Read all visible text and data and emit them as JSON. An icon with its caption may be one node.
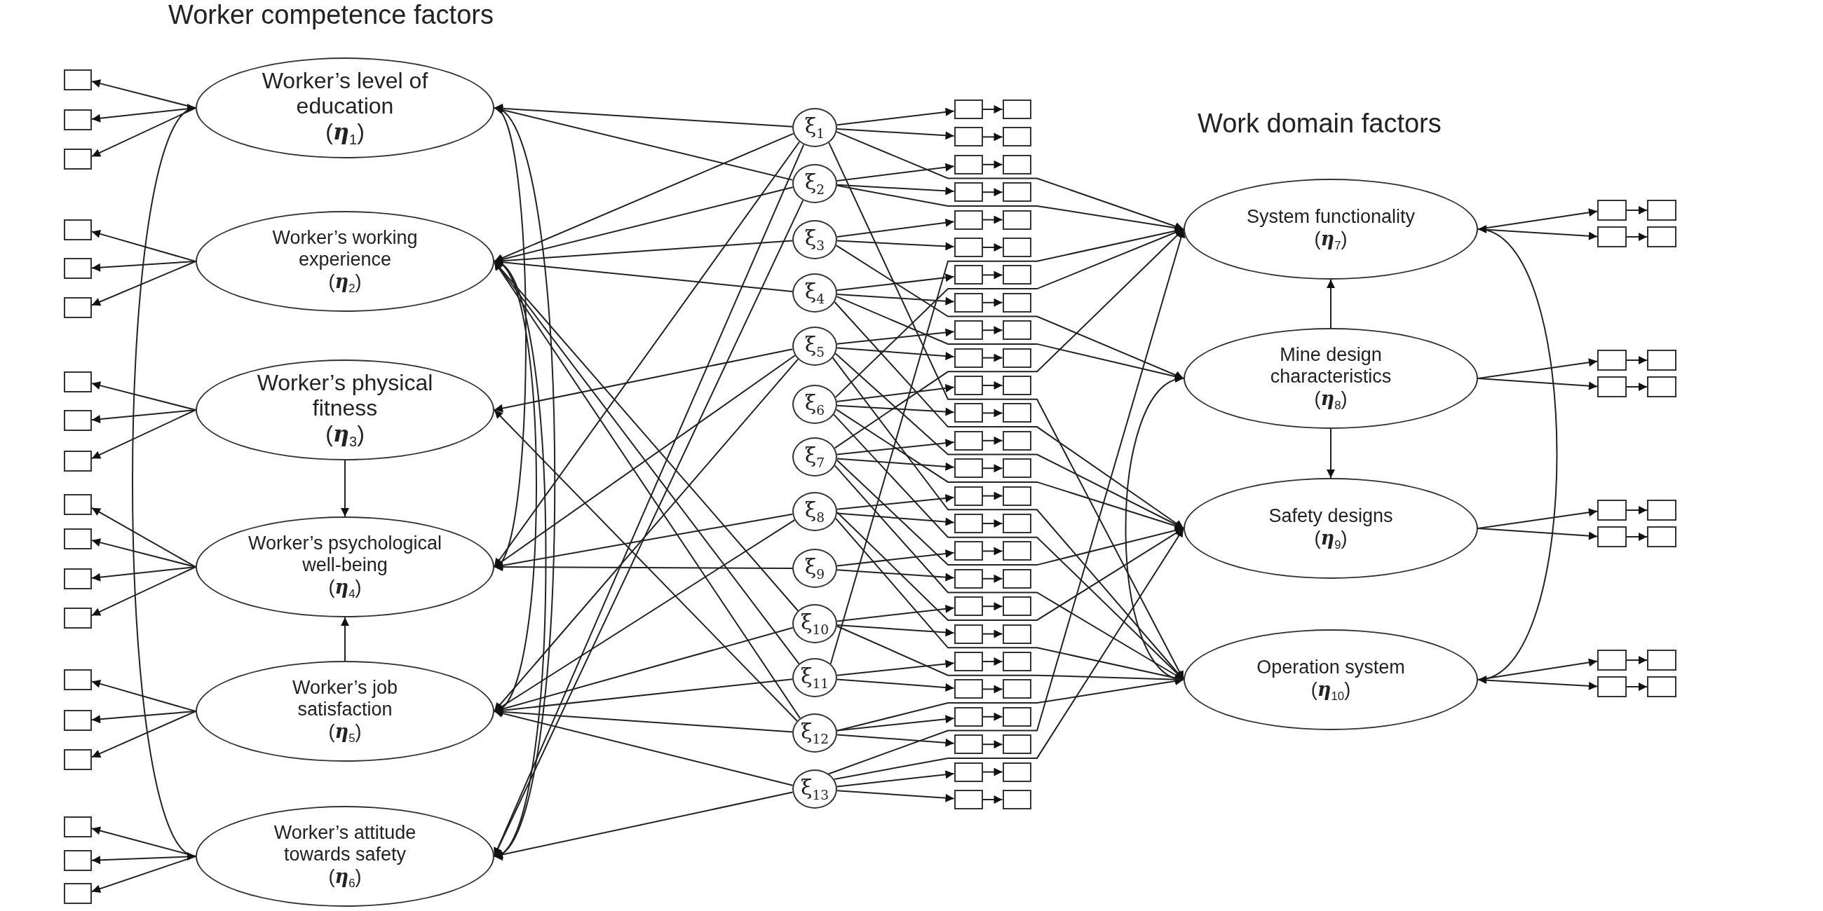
{
  "diagram": {
    "nodes": [
      {
        "text": [
          "Worker’s level of education",
          "(**η**$_{1}$)"
        ]
      },
      {
        "text": [
          "Worker’s working experience",
          "(**η**$_{2}$)"
        ]
      },
      {
        "text": [
          "Worker’s physical fitness",
          "(**η**$_{3}$)"
        ]
      },
      {
        "text": [
          "Worker’s psychological well-being",
          "(**η**$_{4}$)"
        ]
      },
      {
        "text": [
          "Worker’s job satisfaction",
          "(**η**$_{5}$)"
        ]
      },
      {
        "text": [
          "Worker’s attitude towards safety",
          "(**η**$_{6}$)"
        ]
      },
      {
        "text": [],
        "shape": "box"
      },
      {
        "text": [],
        "shape": "box"
      },
      {
        "text": [],
        "shape": "box"
      },
      {
        "text": [],
        "shape": "box"
      },
      {
        "text": [],
        "shape": "box"
      },
      {
        "text": [],
        "shape": "box"
      },
      {
        "text": [],
        "shape": "box"
      },
      {
        "text": [],
        "shape": "box"
      },
      {
        "text": [],
        "shape": "box"
      },
      {
        "text": [],
        "shape": "box"
      },
      {
        "text": [],
        "shape": "box"
      },
      {
        "text": [],
        "shape": "box"
      },
      {
        "text": [],
        "shape": "box"
      },
      {
        "text": [],
        "shape": "box"
      },
      {
        "text": [],
        "shape": "box"
      },
      {
        "text": [],
        "shape": "box"
      },
      {
        "text": [],
        "shape": "box"
      },
      {
        "text": [],
        "shape": "box"
      },
      {
        "text": [],
        "shape": "box"
      },
      {
        "text": [
          "ξ$_{1}$"
        ]
      },
      {
        "text": [
          "ξ$_{2}$"
        ]
      },
      {
        "text": [
          "ξ$_{3}$"
        ]
      },
      {
        "text": [
          "ξ$_{4}$"
        ]
      },
      {
        "text": [
          "ξ$_{5}$"
        ]
      },
      {
        "text": [
          "ξ$_{6}$"
        ]
      },
      {
        "text": [
          "ξ$_{7}$"
        ]
      },
      {
        "text": [
          "ξ$_{8}$"
        ]
      },
      {
        "text": [
          "ξ$_{9}$"
        ]
      },
      {
        "text": [
          "ξ$_{10}$"
        ]
      },
      {
        "text": [
          "ξ$_{11}$"
        ]
      },
      {
        "text": [
          "ξ$_{12}$"
        ]
      },
      {
        "text": [
          "ξ$_{13}$"
        ]
      },
      {
        "text": [],
        "shape": "box"
      },
      {
        "text": [],
        "shape": "box"
      },
      {
        "text": [],
        "shape": "box"
      },
      {
        "text": [],
        "shape": "box"
      },
      {
        "text": [],
        "shape": "box"
      },
      {
        "text": [],
        "shape": "box"
      },
      {
        "text": [],
        "shape": "box"
      },
      {
        "text": [],
        "shape": "box"
      },
      {
        "text": [],
        "shape": "box"
      },
      {
        "text": [],
        "shape": "box"
      },
      {
        "text": [],
        "shape": "box"
      },
      {
        "text": [],
        "shape": "box"
      },
      {
        "text": [],
        "shape": "box"
      },
      {
        "text": [],
        "shape": "box"
      },
      {
        "text": [],
        "shape": "box"
      },
      {
        "text": [],
        "shape": "box"
      },
      {
        "text": [],
        "shape": "box"
      },
      {
        "text": [],
        "shape": "box"
      },
      {
        "text": [],
        "shape": "box"
      },
      {
        "text": [],
        "shape": "box"
      },
      {
        "text": [],
        "shape": "box"
      },
      {
        "text": [],
        "shape": "box"
      },
      {
        "text": [],
        "shape": "box"
      },
      {
        "text": [],
        "shape": "box"
      },
      {
        "text": [],
        "shape": "box"
      },
      {
        "text": [],
        "shape": "box"
      },
      {
        "text": [],
        "shape": "box"
      },
      {
        "text": [],
        "shape": "box"
      },
      {
        "text": [],
        "shape": "box"
      },
      {
        "text": [],
        "shape": "box"
      },
      {
        "text": [],
        "shape": "box"
      },
      {
        "text": [],
        "shape": "box"
      },
      {
        "text": [],
        "shape": "box"
      },
      {
        "text": [],
        "shape": "box"
      },
      {
        "text": [],
        "shape": "box"
      },
      {
        "text": [],
        "shape": "box"
      },
      {
        "text": [],
        "shape": "box"
      },
      {
        "text": [],
        "shape": "box"
      },
      {
        "text": [],
        "shape": "box"
      },
      {
        "text": [],
        "shape": "box"
      },
      {
        "text": [],
        "shape": "box"
      },
      {
        "text": [],
        "shape": "box"
      },
      {
        "text": [],
        "shape": "box"
      },
      {
        "text": [],
        "shape": "box"
      },
      {
        "text": [],
        "shape": "box"
      },
      {
        "text": [],
        "shape": "box"
      },
      {
        "text": [],
        "shape": "box"
      },
      {
        "text": [],
        "shape": "box"
      },
      {
        "text": [],
        "shape": "box"
      },
      {
        "text": [],
        "shape": "box"
      },
      {
        "text": [],
        "shape": "box"
      },
      {
        "text": [],
        "shape": "box"
      },
      {
        "text": [
          "System functionality",
          "(**η**$_{7}$)"
        ]
      },
      {
        "text": [
          "Mine design characteristics",
          "(**η**$_{8}$)"
        ]
      },
      {
        "text": [
          "Safety designs",
          "(**η**$_{9}$)"
        ]
      },
      {
        "text": [
          "Operation system",
          "(**η**$_{10}$)"
        ]
      },
      {
        "text": [],
        "shape": "box"
      },
      {
        "text": [],
        "shape": "box"
      },
      {
        "text": [],
        "shape": "box"
      },
      {
        "text": [],
        "shape": "box"
      },
      {
        "text": [],
        "shape": "box"
      },
      {
        "text": [],
        "shape": "box"
      },
      {
        "text": [],
        "shape": "box"
      },
      {
        "text": [],
        "shape": "box"
      },
      {
        "text": [],
        "shape": "box"
      },
      {
        "text": [],
        "shape": "box"
      },
      {
        "text": [],
        "shape": "box"
      },
      {
        "text": [],
        "shape": "box"
      },
      {
        "text": [],
        "shape": "box"
      },
      {
        "text": [],
        "shape": "box"
      },
      {
        "text": [],
        "shape": "box"
      },
      {
        "text": [],
        "shape": "box"
      }
    ],
    "edges": [
      {
        "from": 0,
        "to": 6,
        "arrow": "to"
      },
      {
        "from": 0,
        "to": 7,
        "arrow": "to"
      },
      {
        "from": 0,
        "to": 8,
        "arrow": "to"
      },
      {
        "from": 1,
        "to": 9,
        "arrow": "to"
      },
      {
        "from": 1,
        "to": 10,
        "arrow": "to"
      },
      {
        "from": 1,
        "to": 11,
        "arrow": "to"
      },
      {
        "from": 2,
        "to": 12,
        "arrow": "to"
      },
      {
        "from": 2,
        "to": 13,
        "arrow": "to"
      },
      {
        "from": 2,
        "to": 14,
        "arrow": "to"
      },
      {
        "from": 3,
        "to": 15,
        "arrow": "to"
      },
      {
        "from": 3,
        "to": 16,
        "arrow": "to"
      },
      {
        "from": 3,
        "to": 17,
        "arrow": "to"
      },
      {
        "from": 3,
        "to": 18,
        "arrow": "to"
      },
      {
        "from": 4,
        "to": 19,
        "arrow": "to"
      },
      {
        "from": 4,
        "to": 20,
        "arrow": "to"
      },
      {
        "from": 4,
        "to": 21,
        "arrow": "to"
      },
      {
        "from": 5,
        "to": 22,
        "arrow": "to"
      },
      {
        "from": 5,
        "to": 23,
        "arrow": "to"
      },
      {
        "from": 5,
        "to": 24,
        "arrow": "to"
      },
      {
        "from": 2,
        "to": 3,
        "arrow": "to"
      },
      {
        "from": 4,
        "to": 3,
        "arrow": "to"
      },
      {
        "from": 0,
        "to": 5,
        "arrow": "both"
      },
      {
        "from": 0,
        "to": 3,
        "arrow": "both"
      },
      {
        "from": 0,
        "to": 5,
        "arrow": "both"
      },
      {
        "from": 1,
        "to": 4,
        "arrow": "both"
      },
      {
        "from": 1,
        "to": 5,
        "arrow": "both"
      },
      {
        "from": 25,
        "to": 0,
        "arrow": "to"
      },
      {
        "from": 25,
        "to": 1,
        "arrow": "to"
      },
      {
        "from": 25,
        "to": 3,
        "arrow": "to"
      },
      {
        "from": 25,
        "to": 5,
        "arrow": "to"
      },
      {
        "from": 25,
        "to": 90,
        "arrow": "to"
      },
      {
        "from": 25,
        "to": 93,
        "arrow": "to"
      },
      {
        "from": 26,
        "to": 0,
        "arrow": "to"
      },
      {
        "from": 26,
        "to": 1,
        "arrow": "to"
      },
      {
        "from": 26,
        "to": 5,
        "arrow": "to"
      },
      {
        "from": 26,
        "to": 90,
        "arrow": "to"
      },
      {
        "from": 27,
        "to": 1,
        "arrow": "to"
      },
      {
        "from": 27,
        "to": 91,
        "arrow": "to"
      },
      {
        "from": 28,
        "to": 1,
        "arrow": "to"
      },
      {
        "from": 28,
        "to": 91,
        "arrow": "to"
      },
      {
        "from": 28,
        "to": 92,
        "arrow": "to"
      },
      {
        "from": 29,
        "to": 2,
        "arrow": "to"
      },
      {
        "from": 29,
        "to": 3,
        "arrow": "to"
      },
      {
        "from": 29,
        "to": 4,
        "arrow": "to"
      },
      {
        "from": 29,
        "to": 92,
        "arrow": "to"
      },
      {
        "from": 29,
        "to": 93,
        "arrow": "to"
      },
      {
        "from": 30,
        "to": 90,
        "arrow": "to"
      },
      {
        "from": 30,
        "to": 92,
        "arrow": "to"
      },
      {
        "from": 30,
        "to": 93,
        "arrow": "to"
      },
      {
        "from": 31,
        "to": 90,
        "arrow": "to"
      },
      {
        "from": 31,
        "to": 92,
        "arrow": "to"
      },
      {
        "from": 31,
        "to": 93,
        "arrow": "to"
      },
      {
        "from": 32,
        "to": 3,
        "arrow": "to"
      },
      {
        "from": 32,
        "to": 4,
        "arrow": "to"
      },
      {
        "from": 32,
        "to": 92,
        "arrow": "to"
      },
      {
        "from": 32,
        "to": 93,
        "arrow": "to"
      },
      {
        "from": 33,
        "to": 3,
        "arrow": "to"
      },
      {
        "from": 34,
        "to": 4,
        "arrow": "to"
      },
      {
        "from": 34,
        "to": 1,
        "arrow": "to"
      },
      {
        "from": 34,
        "to": 93,
        "arrow": "to"
      },
      {
        "from": 35,
        "to": 4,
        "arrow": "to"
      },
      {
        "from": 35,
        "to": 1,
        "arrow": "to"
      },
      {
        "from": 35,
        "to": 90,
        "arrow": "to"
      },
      {
        "from": 36,
        "to": 4,
        "arrow": "to"
      },
      {
        "from": 36,
        "to": 1,
        "arrow": "to"
      },
      {
        "from": 36,
        "to": 2,
        "arrow": "to"
      },
      {
        "from": 36,
        "to": 93,
        "arrow": "to"
      },
      {
        "from": 37,
        "to": 5,
        "arrow": "to"
      },
      {
        "from": 37,
        "to": 4,
        "arrow": "to"
      },
      {
        "from": 37,
        "to": 90,
        "arrow": "to"
      },
      {
        "from": 37,
        "to": 92,
        "arrow": "to"
      },
      {
        "from": 25,
        "to": 38,
        "arrow": "to"
      },
      {
        "from": 25,
        "to": 39,
        "arrow": "to"
      },
      {
        "from": 26,
        "to": 40,
        "arrow": "to"
      },
      {
        "from": 26,
        "to": 41,
        "arrow": "to"
      },
      {
        "from": 27,
        "to": 42,
        "arrow": "to"
      },
      {
        "from": 27,
        "to": 43,
        "arrow": "to"
      },
      {
        "from": 28,
        "to": 44,
        "arrow": "to"
      },
      {
        "from": 28,
        "to": 45,
        "arrow": "to"
      },
      {
        "from": 29,
        "to": 46,
        "arrow": "to"
      },
      {
        "from": 29,
        "to": 47,
        "arrow": "to"
      },
      {
        "from": 30,
        "to": 48,
        "arrow": "to"
      },
      {
        "from": 30,
        "to": 49,
        "arrow": "to"
      },
      {
        "from": 31,
        "to": 50,
        "arrow": "to"
      },
      {
        "from": 31,
        "to": 51,
        "arrow": "to"
      },
      {
        "from": 32,
        "to": 52,
        "arrow": "to"
      },
      {
        "from": 32,
        "to": 53,
        "arrow": "to"
      },
      {
        "from": 33,
        "to": 54,
        "arrow": "to"
      },
      {
        "from": 33,
        "to": 55,
        "arrow": "to"
      },
      {
        "from": 34,
        "to": 56,
        "arrow": "to"
      },
      {
        "from": 34,
        "to": 57,
        "arrow": "to"
      },
      {
        "from": 35,
        "to": 58,
        "arrow": "to"
      },
      {
        "from": 35,
        "to": 59,
        "arrow": "to"
      },
      {
        "from": 36,
        "to": 60,
        "arrow": "to"
      },
      {
        "from": 36,
        "to": 61,
        "arrow": "to"
      },
      {
        "from": 37,
        "to": 62,
        "arrow": "to"
      },
      {
        "from": 37,
        "to": 63,
        "arrow": "to"
      },
      {
        "from": 38,
        "to": 64,
        "arrow": "to"
      },
      {
        "from": 39,
        "to": 65,
        "arrow": "to"
      },
      {
        "from": 40,
        "to": 66,
        "arrow": "to"
      },
      {
        "from": 41,
        "to": 67,
        "arrow": "to"
      },
      {
        "from": 42,
        "to": 68,
        "arrow": "to"
      },
      {
        "from": 43,
        "to": 69,
        "arrow": "to"
      },
      {
        "from": 44,
        "to": 70,
        "arrow": "to"
      },
      {
        "from": 45,
        "to": 71,
        "arrow": "to"
      },
      {
        "from": 46,
        "to": 72,
        "arrow": "to"
      },
      {
        "from": 47,
        "to": 73,
        "arrow": "to"
      },
      {
        "from": 48,
        "to": 74,
        "arrow": "to"
      },
      {
        "from": 49,
        "to": 75,
        "arrow": "to"
      },
      {
        "from": 50,
        "to": 76,
        "arrow": "to"
      },
      {
        "from": 51,
        "to": 77,
        "arrow": "to"
      },
      {
        "from": 52,
        "to": 78,
        "arrow": "to"
      },
      {
        "from": 53,
        "to": 79,
        "arrow": "to"
      },
      {
        "from": 54,
        "to": 80,
        "arrow": "to"
      },
      {
        "from": 55,
        "to": 81,
        "arrow": "to"
      },
      {
        "from": 56,
        "to": 82,
        "arrow": "to"
      },
      {
        "from": 57,
        "to": 83,
        "arrow": "to"
      },
      {
        "from": 58,
        "to": 84,
        "arrow": "to"
      },
      {
        "from": 59,
        "to": 85,
        "arrow": "to"
      },
      {
        "from": 60,
        "to": 86,
        "arrow": "to"
      },
      {
        "from": 61,
        "to": 87,
        "arrow": "to"
      },
      {
        "from": 62,
        "to": 88,
        "arrow": "to"
      },
      {
        "from": 63,
        "to": 89,
        "arrow": "to"
      },
      {
        "from": 90,
        "to": 94,
        "arrow": "to"
      },
      {
        "from": 90,
        "to": 95,
        "arrow": "to"
      },
      {
        "from": 91,
        "to": 96,
        "arrow": "to"
      },
      {
        "from": 91,
        "to": 97,
        "arrow": "to"
      },
      {
        "from": 92,
        "to": 98,
        "arrow": "to"
      },
      {
        "from": 92,
        "to": 99,
        "arrow": "to"
      },
      {
        "from": 93,
        "to": 100,
        "arrow": "to"
      },
      {
        "from": 93,
        "to": 101,
        "arrow": "to"
      },
      {
        "from": 94,
        "to": 102,
        "arrow": "to"
      },
      {
        "from": 95,
        "to": 103,
        "arrow": "to"
      },
      {
        "from": 96,
        "to": 104,
        "arrow": "to"
      },
      {
        "from": 97,
        "to": 105,
        "arrow": "to"
      },
      {
        "from": 98,
        "to": 106,
        "arrow": "to"
      },
      {
        "from": 99,
        "to": 107,
        "arrow": "to"
      },
      {
        "from": 100,
        "to": 108,
        "arrow": "to"
      },
      {
        "from": 101,
        "to": 109,
        "arrow": "to"
      },
      {
        "from": 91,
        "to": 90,
        "arrow": "to"
      },
      {
        "from": 91,
        "to": 92,
        "arrow": "to"
      },
      {
        "from": 93,
        "to": 91,
        "arrow": "to"
      },
      {
        "from": 90,
        "to": 93,
        "arrow": "both"
      }
    ],
    "labels": [
      "Worker competence factors",
      "Work domain factors"
    ]
  }
}
